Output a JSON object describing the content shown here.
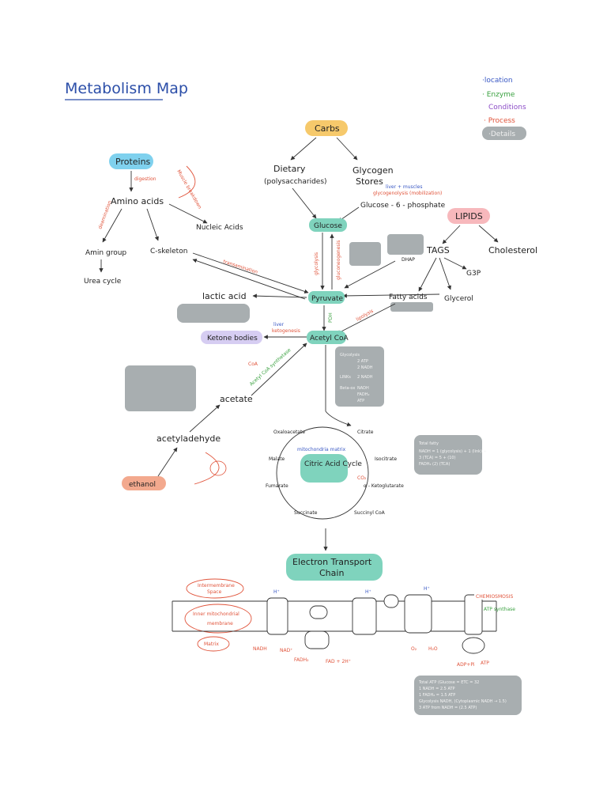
{
  "title": "Metabolism Map",
  "legend": {
    "location": "·location",
    "enzyme": "· Enzyme",
    "conditions": "Conditions",
    "process": "· Process",
    "details": "·Details"
  },
  "nodes": {
    "carbs": "Carbs",
    "dietary": "Dietary",
    "polysaccharides": "(polysaccharides)",
    "glycogen": "Glycogen",
    "stores": "Stores",
    "glucose": "Glucose",
    "g6p": "Glucose - 6 - phosphate",
    "proteins": "Proteins",
    "amino_acids": "Amino acids",
    "nucleic_acids": "Nucleic Acids",
    "amino_group": "Amin group",
    "urea_cycle": "Urea cycle",
    "c_skeleton": "C-skeleton",
    "lipids": "LIPIDS",
    "tags": "TAGS",
    "cholesterol": "Cholesterol",
    "dhap": "DHAP",
    "g3p": "G3P",
    "glycerol": "Glycerol",
    "fatty_acids": "Fatty acids",
    "lactic_acid": "lactic acid",
    "pyruvate": "Pyruvate",
    "ketone_bodies": "Ketone bodies",
    "acetyl_coa": "Acetyl CoA",
    "acetate": "acetate",
    "acetaldehyde": "acetyladehyde",
    "ethanol": "ethanol",
    "citric_acid_cycle": "Citric Acid Cycle",
    "oxaloacetate": "Oxaloacetate",
    "citrate": "Citrate",
    "isocitrate": "Isocitrate",
    "alpha_kg": "α - Ketoglutarate",
    "succinyl_coa": "Succinyl CoA",
    "succinate": "Succinate",
    "fumarate": "Fumarate",
    "malate": "Malate",
    "etc_line1": "Electron Transport",
    "etc_line2": "Chain",
    "intermembrane1": "Intermembrane",
    "intermembrane2": "Space",
    "inner_membrane1": "Inner mitochondrial",
    "inner_membrane2": "membrane",
    "matrix": "Matrix",
    "chemiosmosis": "CHEMIOSMOSIS",
    "atp_synthase": "ATP synthase"
  },
  "labels": {
    "digestion": "digestion",
    "muscle_breakdown": "Muscle breakdown",
    "deamination": "deamination",
    "transamination": "transamination",
    "liver_muscles": "liver + muscles",
    "glycogenolysis": "glycogenolysis (mobilization)",
    "liver": "liver",
    "ketogenesis": "ketogenesis",
    "gluconeogenesis": "gluconeogenesis",
    "glycolysis": "glycolysis",
    "pdh": "PDH",
    "lipolysis": "lipolysis",
    "acetyl_coa_synthetase": "Acetyl CoA synthetase",
    "coa": "CoA",
    "mitochondria_matrix": "mitochondria matrix",
    "h_plus": "H⁺",
    "nadh": "NADH",
    "nad": "NAD⁺",
    "fadh2": "FADH₂",
    "fad": "FAD + 2H⁺",
    "o2": "O₂",
    "h2o": "H₂O",
    "adp": "ADP+Pi",
    "atp": "ATP",
    "co2": "CO₂"
  },
  "detail_boxes": {
    "energy_box": [
      "Glycolysis",
      "2 ATP",
      "2 NADH",
      "LINKs",
      "2 NADH",
      "Beta-ox",
      "NADH",
      "FADH₂",
      "ATP"
    ],
    "total_fatty": "Total fatty",
    "total_fatty_lines": [
      "NADH = 1 (glycolysis) + 1 (link) +",
      "3 (TCA) = 5 + (10)",
      "FADH₂ (2) (TCA)"
    ],
    "total_atp": "Total ATP (Glucose = ETC = 32",
    "total_atp_lines": [
      "1 NADH = 2.5 ATP",
      "1 FADH₂ = 1.5 ATP",
      "Glycolysis NADH, (Cytoplasmic NADH → 1.5)",
      "3 ATP from NADH = (2.5 ATP)"
    ]
  }
}
